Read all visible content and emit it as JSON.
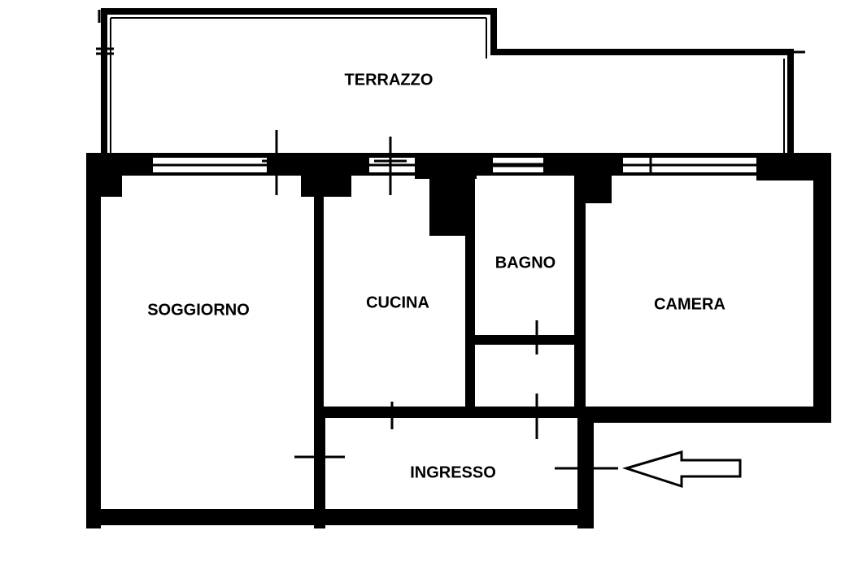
{
  "plan": {
    "rooms": {
      "terrazzo": "TERRAZZO",
      "soggiorno": "SOGGIORNO",
      "cucina": "CUCINA",
      "bagno": "BAGNO",
      "camera": "CAMERA",
      "ingresso": "INGRESSO"
    },
    "colors": {
      "wall": "#000000",
      "background": "#ffffff"
    }
  }
}
